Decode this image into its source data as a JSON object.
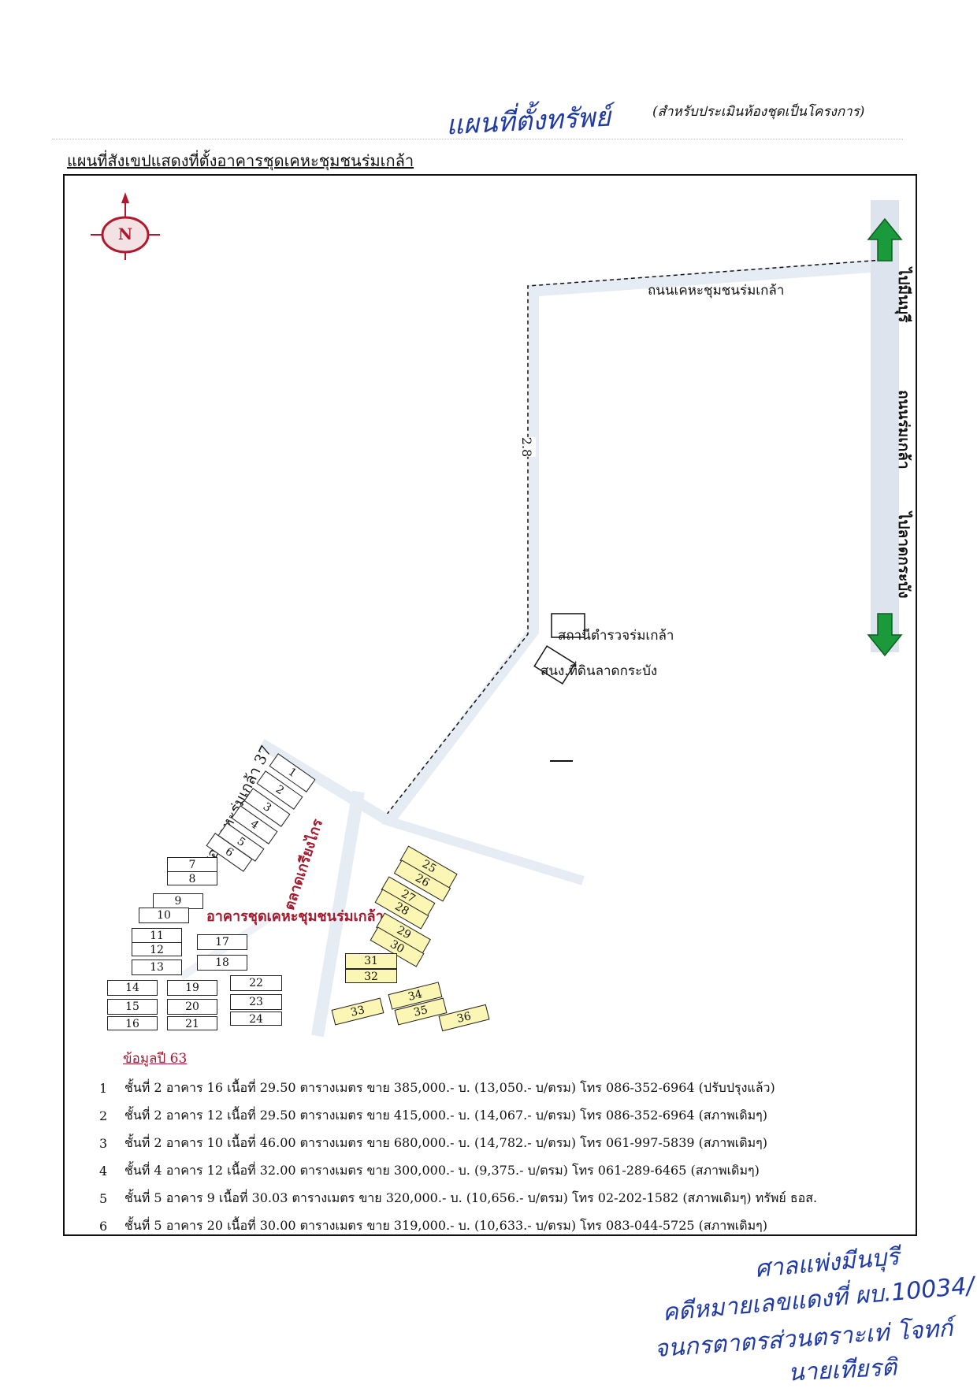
{
  "header": {
    "handwritten_title": "แผนที่ตั้งทรัพย์",
    "subtitle": "(สำหรับประเมินห้องชุดเป็นโครงการ)"
  },
  "map": {
    "title": "แผนที่สังเขปแสดงที่ตั้งอาคารชุดเคหะชุมชนร่มเกล้า",
    "compass_letter": "N",
    "roads": {
      "community_road": "ถนนเคหะชุมชนร่มเกล้า",
      "main_road": "ถนนร่มเกล้า",
      "to_minburi": "ไปมีนบุรี",
      "to_lat_krabang": "ไปลาดกระบัง",
      "soi": "ซอยเคหะร่มเกล้า 37"
    },
    "distance_label": "2.8",
    "places": {
      "police_station": "สถานีตำรวจร่มเกล้า",
      "land_office": "สนง.ที่ดินลาดกระบัง",
      "market": "ตลาดเกรียงไกร",
      "project": "อาคารชุดเคหะชุมชนร่มเกล้า"
    },
    "buildings": [
      "1",
      "2",
      "3",
      "4",
      "5",
      "6",
      "7",
      "8",
      "9",
      "10",
      "11",
      "12",
      "13",
      "14",
      "15",
      "16",
      "17",
      "18",
      "19",
      "20",
      "21",
      "22",
      "23",
      "24",
      "25",
      "26",
      "27",
      "28",
      "29",
      "30",
      "31",
      "32",
      "33",
      "34",
      "35",
      "36"
    ],
    "highlighted_buildings": [
      "25",
      "26",
      "27",
      "28",
      "29",
      "30",
      "31",
      "32",
      "33",
      "34",
      "35",
      "36"
    ],
    "colors": {
      "frame": "#111111",
      "arrow_green": "#1a9a3a",
      "highlight_yellow": "#fbf6b3",
      "compass_red": "#b2182b",
      "label_red": "#a31a2e",
      "handwriting_blue": "#1f3aa6"
    }
  },
  "listings": {
    "heading": "ข้อมูลปี 63",
    "rows": [
      {
        "no": "1",
        "text": "ชั้นที่ 2 อาคาร 16 เนื้อที่ 29.50 ตารางเมตร ขาย 385,000.- บ. (13,050.- บ/ตรม) โทร 086-352-6964 (ปรับปรุงแล้ว)"
      },
      {
        "no": "2",
        "text": "ชั้นที่ 2 อาคาร 12 เนื้อที่ 29.50 ตารางเมตร ขาย 415,000.- บ. (14,067.- บ/ตรม) โทร 086-352-6964 (สภาพเดิมๆ)"
      },
      {
        "no": "3",
        "text": "ชั้นที่ 2 อาคาร 10 เนื้อที่ 46.00 ตารางเมตร ขาย 680,000.- บ. (14,782.- บ/ตรม) โทร 061-997-5839 (สภาพเดิมๆ)"
      },
      {
        "no": "4",
        "text": "ชั้นที่ 4 อาคาร 12 เนื้อที่ 32.00 ตารางเมตร ขาย 300,000.- บ. (9,375.- บ/ตรม) โทร 061-289-6465 (สภาพเดิมๆ)"
      },
      {
        "no": "5",
        "text": "ชั้นที่ 5 อาคาร 9 เนื้อที่ 30.03 ตารางเมตร ขาย 320,000.- บ. (10,656.- บ/ตรม) โทร 02-202-1582 (สภาพเดิมๆ) ทรัพย์ ธอส."
      },
      {
        "no": "6",
        "text": "ชั้นที่ 5 อาคาร 20 เนื้อที่ 30.00 ตารางเมตร ขาย 319,000.- บ. (10,633.- บ/ตรม) โทร 083-044-5725 (สภาพเดิมๆ)"
      }
    ]
  },
  "handwritten_notes": [
    "ศาลแพ่งมีนบุรี",
    "คดีหมายเลขแดงที่ ผบ.10034/",
    "จนกรตาตรส่วนตราะเท่ โจทก์",
    "นายเทียรติ"
  ]
}
